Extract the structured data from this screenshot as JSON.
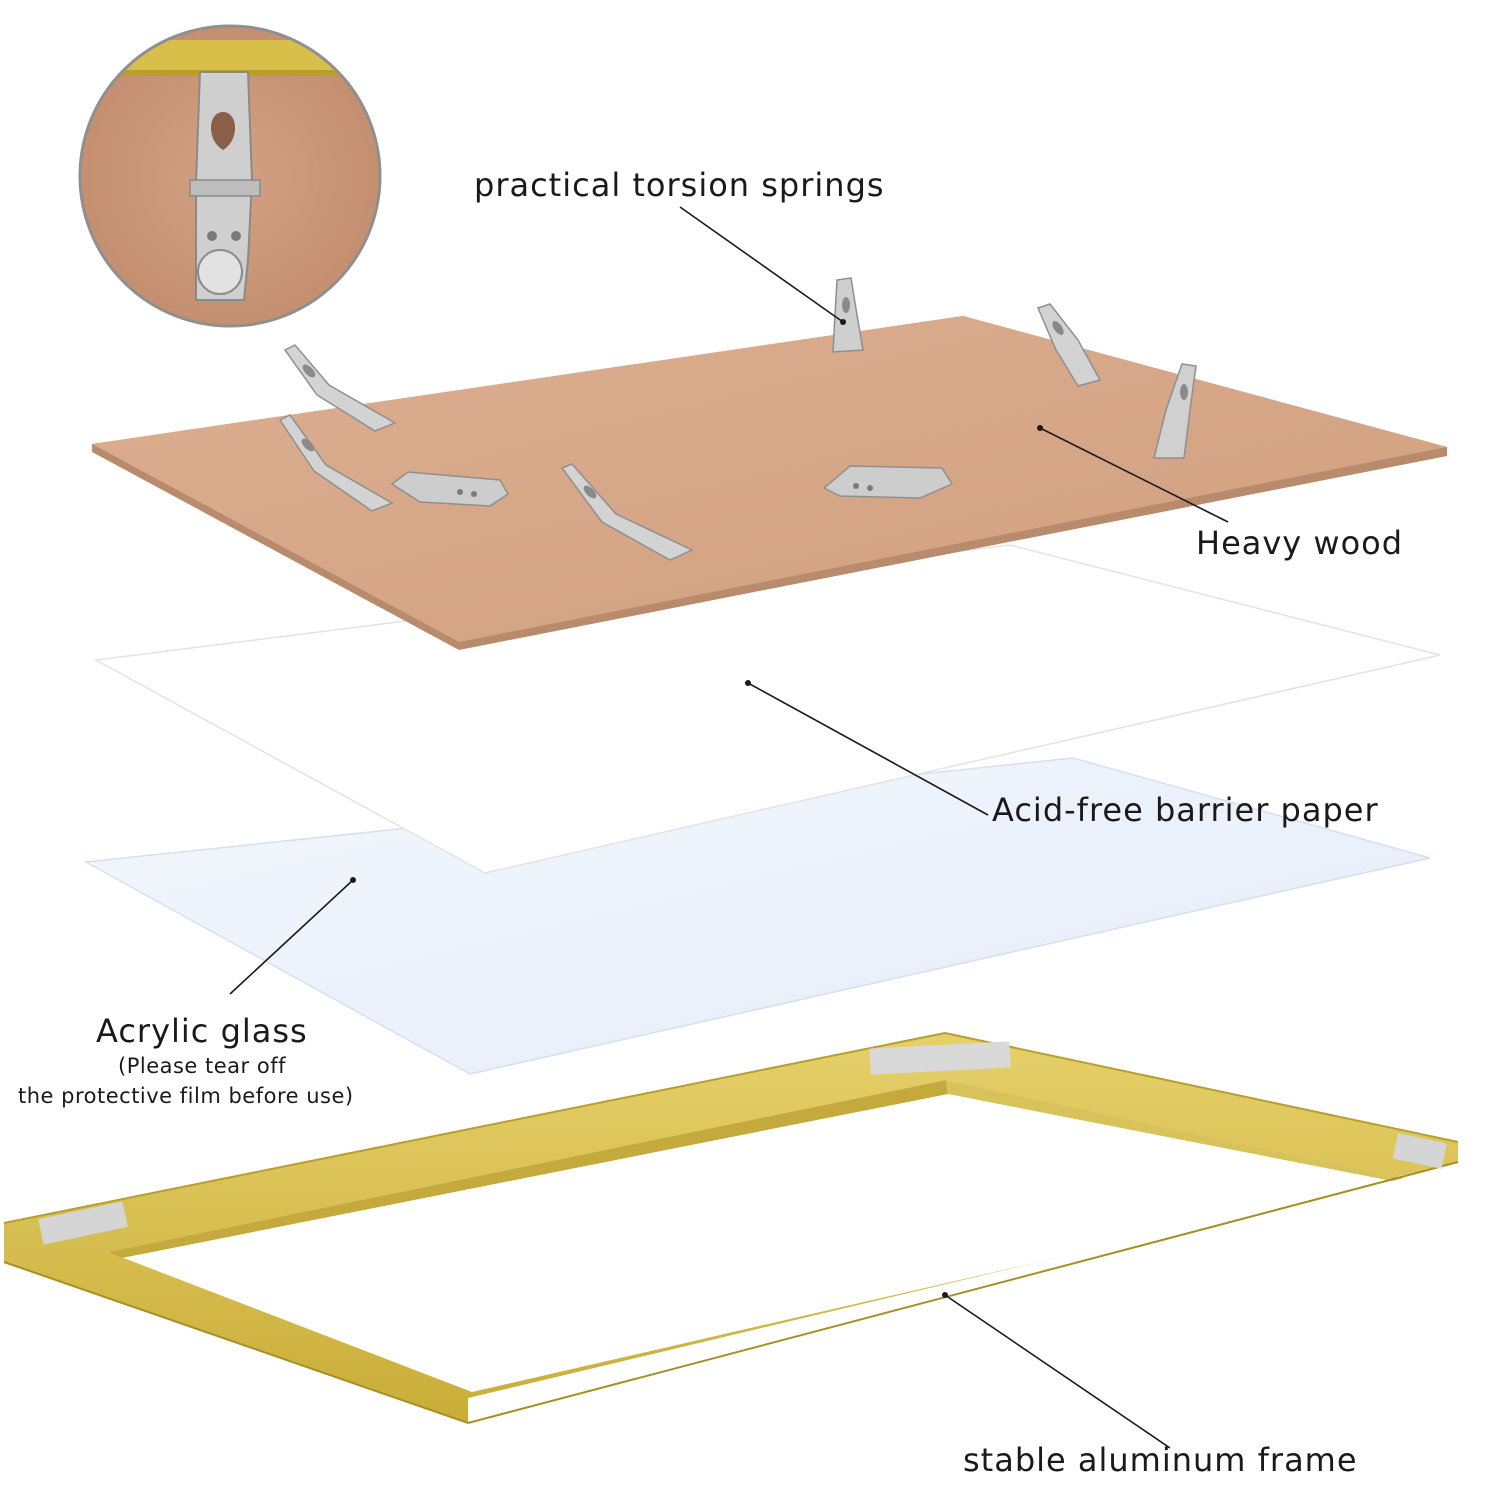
{
  "labels": {
    "springs": "practical torsion springs",
    "wood": "Heavy wood",
    "paper": "Acid-free barrier paper",
    "acrylic_title": "Acrylic glass",
    "acrylic_note_1": "(Please tear off",
    "acrylic_note_2": "the protective film before use)",
    "frame": "stable aluminum frame"
  },
  "colors": {
    "wood": "#d9a98a",
    "wood_edge": "#b98a6c",
    "paper": "#ffffff",
    "acrylic": "#eaf1fb",
    "frame": "#d8bf4a",
    "frame_dark": "#b89e2c",
    "frame_light": "#ead67a",
    "metal": "#c9c9c9"
  },
  "icons": {
    "inset": "hanger-clip-closeup-icon",
    "clip": "torsion-spring-clip-icon",
    "hanger": "sawtooth-hanger-icon"
  }
}
